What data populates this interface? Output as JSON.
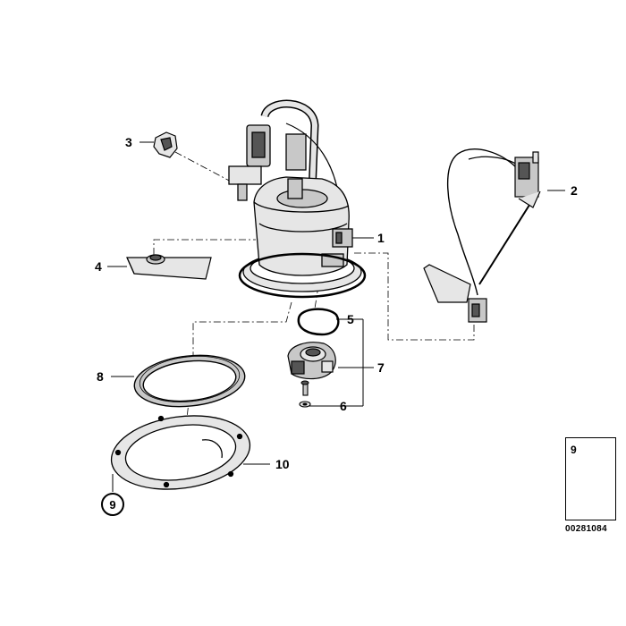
{
  "callouts": {
    "c1": "1",
    "c2": "2",
    "c3": "3",
    "c4": "4",
    "c5": "5",
    "c6": "6",
    "c7": "7",
    "c8": "8",
    "c10": "10",
    "c9_circled": "9"
  },
  "legend": {
    "item_number": "9",
    "diagram_id": "00281084"
  },
  "colors": {
    "line": "#000000",
    "fill_light": "#e6e6e6",
    "fill_mid": "#c8c8c8",
    "fill_dark": "#555555"
  }
}
